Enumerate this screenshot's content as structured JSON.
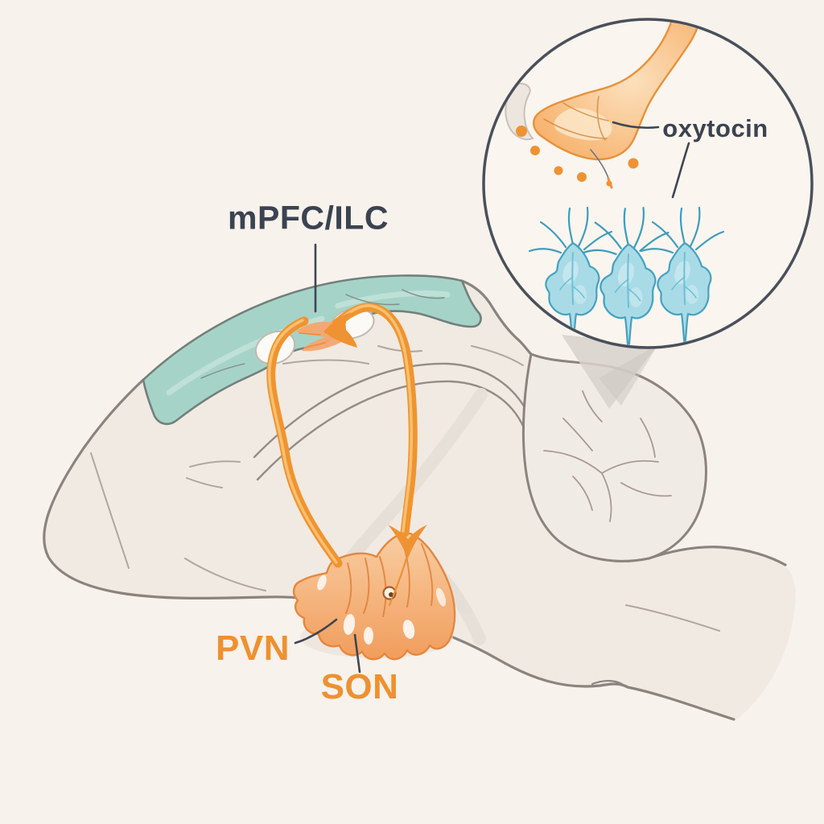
{
  "figure": {
    "background_color": "#f8f2ec",
    "labels": {
      "cortex": {
        "text": "mPFC/ILC",
        "color": "#3b4350"
      },
      "molecule": {
        "text": "oxytocin",
        "color": "#3b4350"
      },
      "pvn": {
        "text": "PVN",
        "color": "#ee9130"
      },
      "son": {
        "text": "SON",
        "color": "#ee9130"
      }
    },
    "colors": {
      "accent_orange": "#f0932e",
      "cortex_teal": "#a6d3c8",
      "label_dark": "#3b4350",
      "label_orange": "#ee9130",
      "neuron_blue_fill": "#a9dbe7",
      "neuron_blue_stroke": "#45a2c1",
      "brain_fill": "#f0eae3",
      "brain_outline": "#8b837d",
      "inset_ring": "#4a505a",
      "pvn_nucleus_fill": "#f4a66b",
      "spray_orange": "#f4a76e"
    },
    "parts": [
      "brain-sagittal-outline",
      "mpfc-ilc-cortex-band",
      "ascending-oxytocin-pathway-arrow",
      "descending-oxytocin-pathway-arrow",
      "pvn-son-nucleus",
      "cerebellum",
      "inset-detail-circle",
      "axon-terminal",
      "oxytocin-molecule-dots",
      "target-neurons"
    ]
  }
}
